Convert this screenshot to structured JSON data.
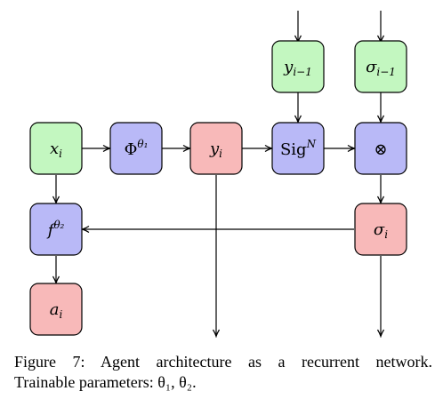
{
  "colors": {
    "input_green": "#c3f7c0",
    "mapping_blue": "#b9b9f7",
    "output_red": "#f8b9b9"
  },
  "nodes": {
    "y_prev": {
      "label": "y",
      "sub": "i−1"
    },
    "sigma_prev": {
      "label": "σ",
      "sub": "i−1"
    },
    "x_i": {
      "label": "x",
      "sub": "i"
    },
    "phi": {
      "label": "Φ",
      "sup": "θ₁"
    },
    "y_i": {
      "label": "y",
      "sub": "i"
    },
    "sig_n": {
      "label": "Sig",
      "sup": "N"
    },
    "otimes": {
      "label": "⊗"
    },
    "f": {
      "label": "f",
      "sup": "θ₂"
    },
    "sigma_i": {
      "label": "σ",
      "sub": "i"
    },
    "a_i": {
      "label": "a",
      "sub": "i"
    }
  },
  "caption": {
    "line1": "Figure 7:  Agent architecture as a recurrent network.",
    "line2": "Trainable parameters: θ₁, θ₂."
  }
}
